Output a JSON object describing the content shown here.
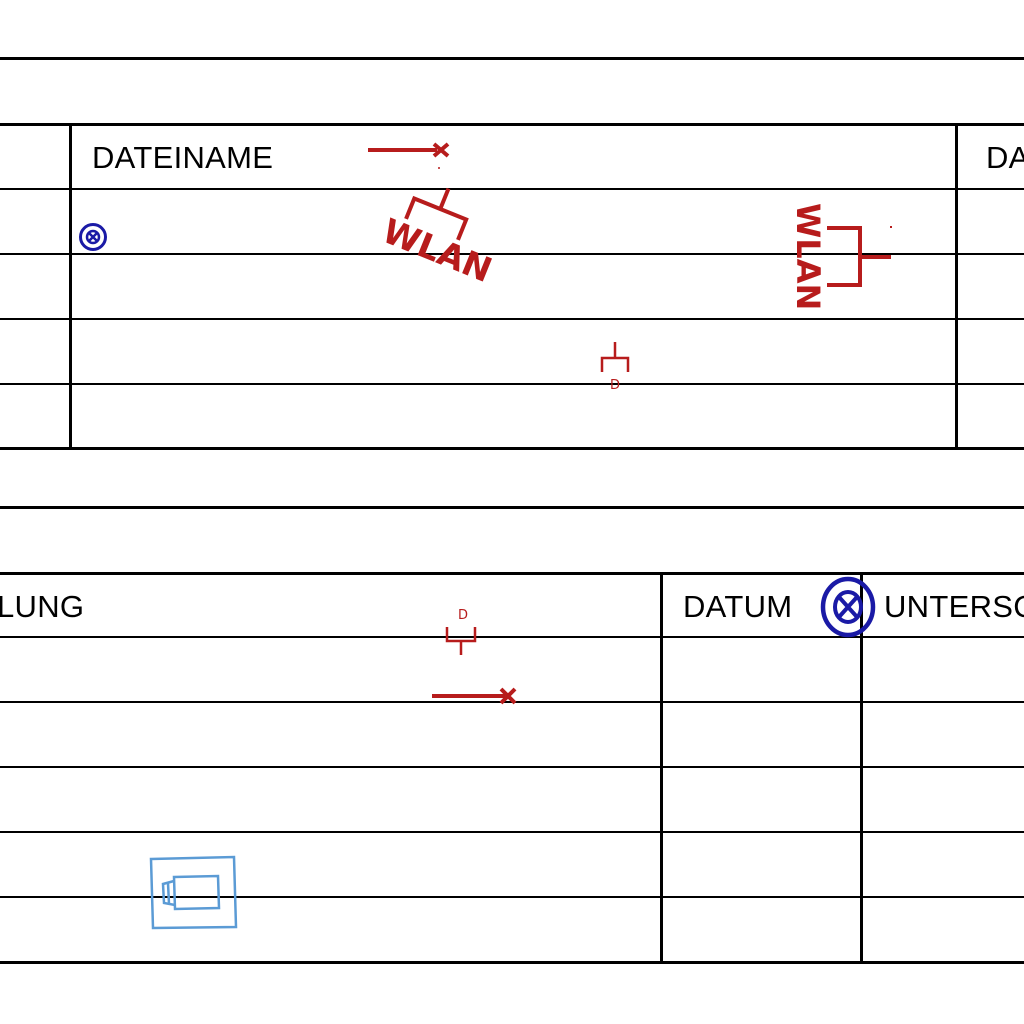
{
  "table_top": {
    "headers": {
      "filename": "DATEINAME",
      "date_cut": "DA"
    },
    "rows": [
      "",
      "",
      "",
      ""
    ]
  },
  "table_bottom": {
    "headers": {
      "description_cut": "LUNG",
      "date": "DATUM",
      "signature_cut": "UNTERSC"
    },
    "rows": [
      "",
      "",
      "",
      "",
      ""
    ]
  },
  "symbols": {
    "wlan_label_1": "WLAN",
    "wlan_label_2": "WLAN",
    "small_label_1": "D",
    "small_label_2": "D"
  },
  "colors": {
    "symbol_red": "#b71c1c",
    "symbol_blue": "#1a1aa6",
    "camera_blue": "#5b9bd5",
    "line": "#000000"
  },
  "icons": [
    "wireless-access-point-icon",
    "cable-end-icon",
    "outlet-icon",
    "crossed-circle-lamp-icon",
    "camera-icon"
  ]
}
